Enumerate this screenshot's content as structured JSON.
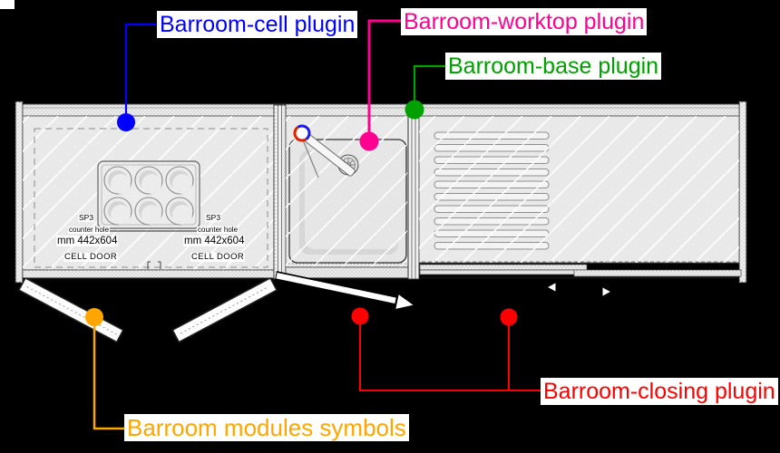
{
  "background": "#000000",
  "callouts": {
    "cell": {
      "label": "Barroom-cell plugin",
      "color": "#0000ff"
    },
    "worktop": {
      "label": "Barroom-worktop plugin",
      "color": "#ff0090"
    },
    "base": {
      "label": "Barroom-base plugin",
      "color": "#00a000"
    },
    "closing": {
      "label": "Barroom-closing plugin",
      "color": "#ff0000"
    },
    "modules": {
      "label": "Barroom modules symbols",
      "color": "#ffa500"
    }
  },
  "drawing_annotations": {
    "sp3": "SP3",
    "counter_hole": "counter hole",
    "counter_hole_size": "mm 442x604",
    "cell_door": "CELL DOOR"
  }
}
